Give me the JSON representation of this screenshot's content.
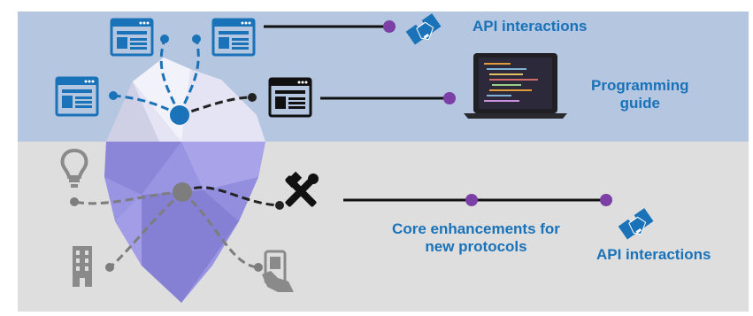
{
  "labels": {
    "api_top": "API interactions",
    "programming_line1": "Programming",
    "programming_line2": "guide",
    "core_line1": "Core enhancements for",
    "core_line2": "new protocols",
    "api_bottom": "API interactions"
  },
  "colors": {
    "top_band": "#b4c6e0",
    "bottom_band": "#dedede",
    "accent_blue": "#1a72b8",
    "node_purple": "#7b3fa6",
    "iceberg_purple": "#9a95e2",
    "icon_gray": "#8a8a8a"
  },
  "icons": [
    "browser-window-icon",
    "handshake-icon",
    "laptop-code-icon",
    "lightbulb-icon",
    "tools-icon",
    "building-icon",
    "mobile-hand-icon"
  ]
}
